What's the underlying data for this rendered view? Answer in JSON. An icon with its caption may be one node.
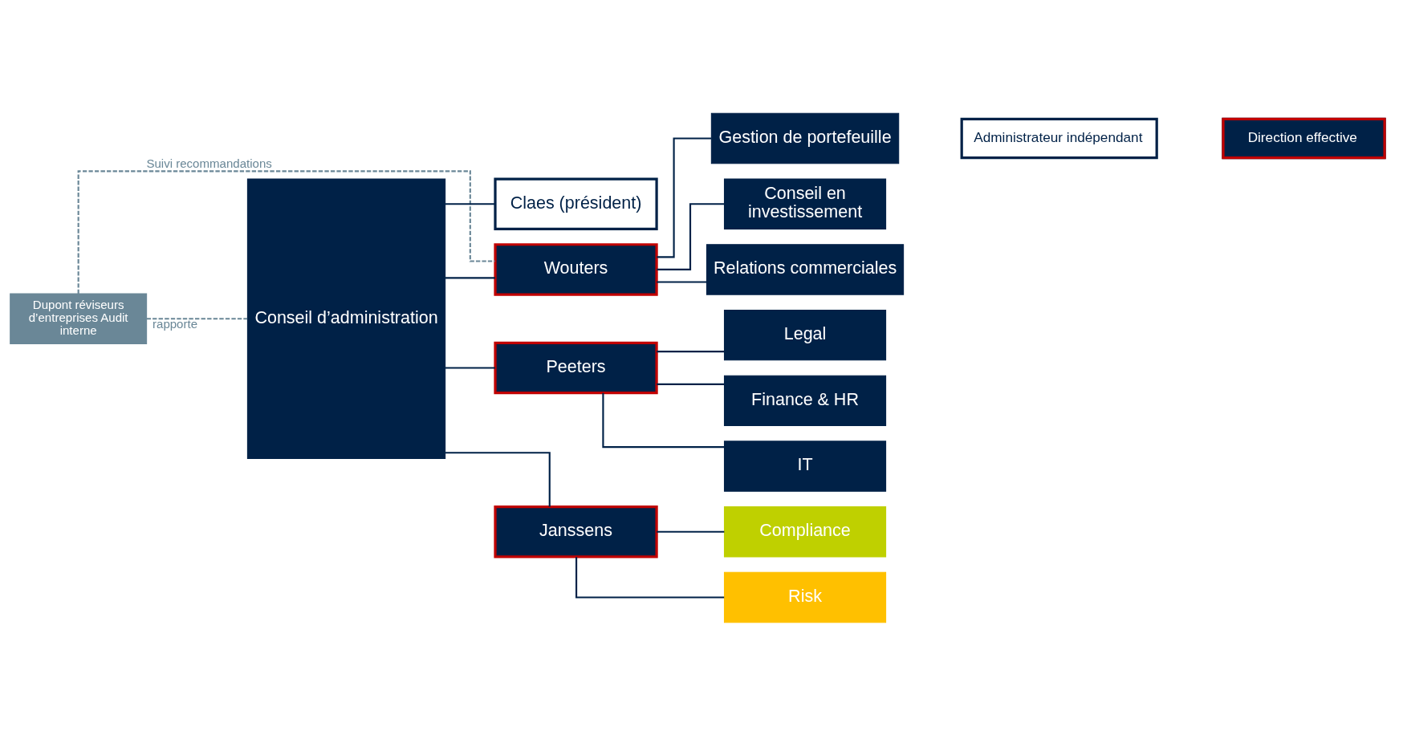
{
  "diagram": {
    "nodes": [
      {
        "text": [
          "Dupont réviseurs d’entreprises Audit interne"
        ]
      },
      {
        "text": [
          "Conseil d’administration"
        ]
      },
      {
        "text": [
          "Claes (président)"
        ]
      },
      {
        "text": [
          "Wouters"
        ]
      },
      {
        "text": [
          "Peeters"
        ]
      },
      {
        "text": [
          "Janssens"
        ]
      },
      {
        "text": [
          "Gestion de portefeuille"
        ]
      },
      {
        "text": [
          "Conseil en investissement"
        ]
      },
      {
        "text": [
          "Relations commerciales"
        ]
      },
      {
        "text": [
          "Legal"
        ]
      },
      {
        "text": [
          "Finance & HR"
        ]
      },
      {
        "text": [
          "IT"
        ]
      },
      {
        "text": [
          "Compliance"
        ]
      },
      {
        "text": [
          "Risk"
        ]
      }
    ],
    "edges": [
      {
        "from": 0,
        "to": 3,
        "arrow": "none",
        "label": "Suivi recommandations",
        "style": "dashed",
        "color": "#6a8797"
      },
      {
        "from": 0,
        "to": 1,
        "arrow": "none",
        "label": "rapporte",
        "style": "dashed",
        "color": "#6a8797"
      },
      {
        "from": 1,
        "to": 2,
        "arrow": "none"
      },
      {
        "from": 1,
        "to": 3,
        "arrow": "none"
      },
      {
        "from": 1,
        "to": 4,
        "arrow": "none"
      },
      {
        "from": 1,
        "to": 5,
        "arrow": "none"
      },
      {
        "from": 3,
        "to": 6,
        "arrow": "none"
      },
      {
        "from": 3,
        "to": 7,
        "arrow": "none"
      },
      {
        "from": 3,
        "to": 8,
        "arrow": "none"
      },
      {
        "from": 4,
        "to": 9,
        "arrow": "none"
      },
      {
        "from": 4,
        "to": 10,
        "arrow": "none"
      },
      {
        "from": 4,
        "to": 11,
        "arrow": "none"
      },
      {
        "from": 5,
        "to": 12,
        "arrow": "none"
      },
      {
        "from": 5,
        "to": 13,
        "arrow": "none"
      }
    ],
    "legend": [
      {
        "text": "Administrateur indépendant",
        "color": "#ffffff"
      },
      {
        "text": "Direction effective",
        "color": "#002147"
      }
    ]
  }
}
